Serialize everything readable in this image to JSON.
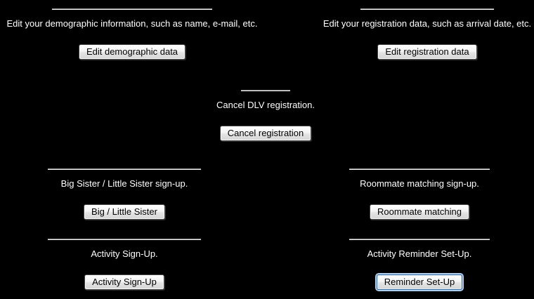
{
  "page": {
    "background_color": "#000000",
    "text_color": "#ffffff"
  },
  "sections": [
    {
      "name": "demographic",
      "description": "Edit your demographic information, such as name, e-mail, etc.",
      "button_label": "Edit demographic data"
    },
    {
      "name": "registration",
      "description": "Edit your registration data, such as arrival date, etc.",
      "button_label": "Edit registration data"
    },
    {
      "name": "cancel-registration",
      "description": "Cancel DLV registration.",
      "button_label": "Cancel registration"
    },
    {
      "name": "big-little-sister",
      "description": "Big Sister / Little Sister sign-up.",
      "button_label": "Big / Little Sister"
    },
    {
      "name": "roommate-matching",
      "description": "Roommate matching sign-up.",
      "button_label": "Roommate matching"
    },
    {
      "name": "activity-signup",
      "description": "Activity Sign-Up.",
      "button_label": "Activity Sign-Up"
    },
    {
      "name": "reminder-setup",
      "description": "Activity Reminder Set-Up.",
      "button_label": "Reminder Set-Up",
      "focused": true
    }
  ]
}
